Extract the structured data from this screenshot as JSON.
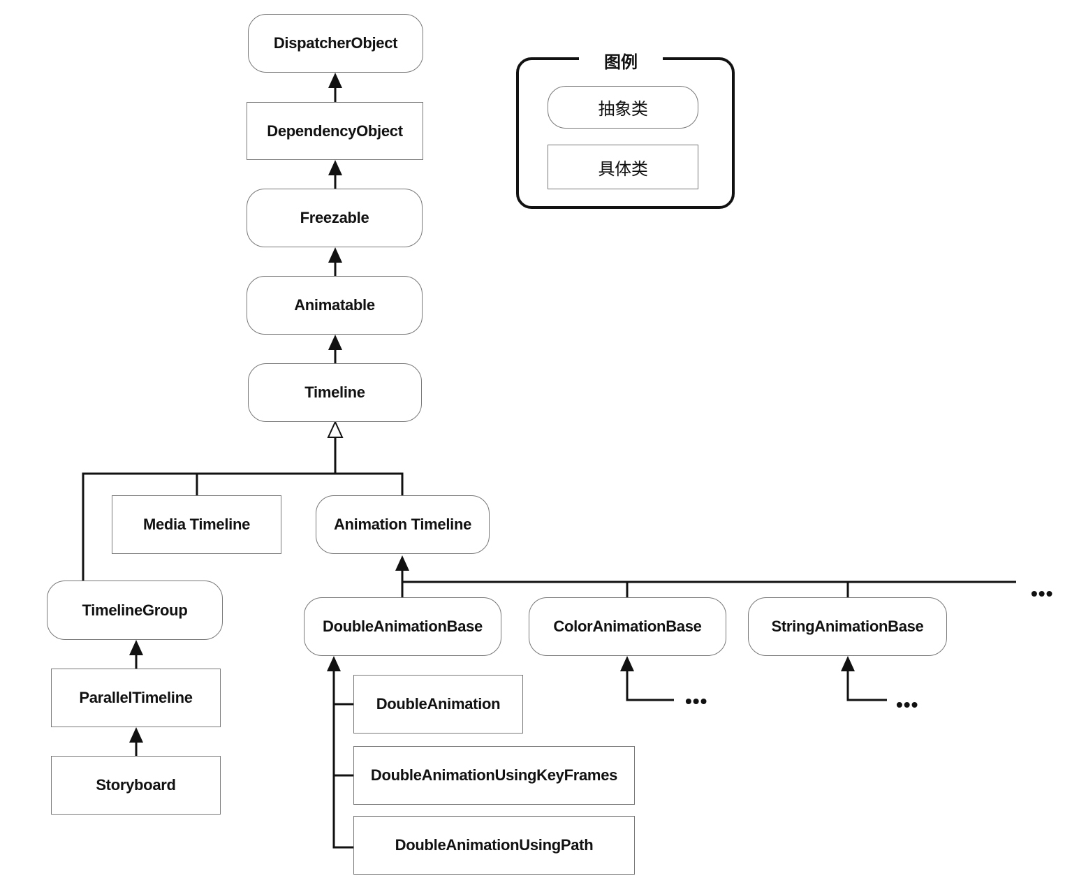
{
  "legend": {
    "title": "图例",
    "abstract_label": "抽象类",
    "concrete_label": "具体类"
  },
  "nodes": {
    "dispatcher_object": "DispatcherObject",
    "dependency_object": "DependencyObject",
    "freezable": "Freezable",
    "animatable": "Animatable",
    "timeline": "Timeline",
    "media_timeline": "Media Timeline",
    "animation_timeline": "Animation Timeline",
    "timeline_group": "TimelineGroup",
    "parallel_timeline": "ParallelTimeline",
    "storyboard": "Storyboard",
    "double_animation_base": "DoubleAnimationBase",
    "color_animation_base": "ColorAnimationBase",
    "string_animation_base": "StringAnimationBase",
    "double_animation": "DoubleAnimation",
    "double_animation_using_key_frames": "DoubleAnimationUsingKeyFrames",
    "double_animation_using_path": "DoubleAnimationUsingPath"
  },
  "ellipsis": "•••"
}
